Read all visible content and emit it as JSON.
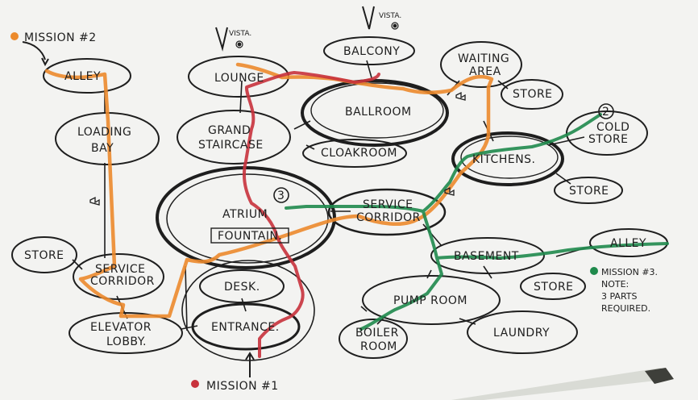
{
  "colors": {
    "paper": "#f3f3f1",
    "ink": "#1e1e1e",
    "mission1": "#c8323c",
    "mission2": "#ec8a2c",
    "mission3": "#1f8a4c",
    "pen_body": "#d9dbd5",
    "pen_cap": "#3e3f3a"
  },
  "missions": {
    "m1": "MISSION #1",
    "m2": "MISSION #2",
    "m3": "MISSION #3.",
    "m3_note_1": "NOTE:",
    "m3_note_2": "3 PARTS",
    "m3_note_3": "REQUIRED."
  },
  "rooms": {
    "alley_nw": "ALLEY",
    "loading_bay_1": "LOADING",
    "loading_bay_2": "BAY",
    "store_w": "STORE",
    "service_corridor_w_1": "SERVICE",
    "service_corridor_w_2": "CORRIDOR",
    "elevator_lobby_1": "ELEVATOR",
    "elevator_lobby_2": "LOBBY.",
    "lounge": "LOUNGE",
    "grand_staircase_1": "GRAND",
    "grand_staircase_2": "STAIRCASE",
    "atrium": "ATRIUM",
    "fountain": "FOUNTAIN.",
    "desk": "DESK.",
    "entrance": "ENTRANCE.",
    "balcony": "BALCONY",
    "ballroom": "BALLROOM",
    "cloakroom": "CLOAKROOM",
    "waiting_area_1": "WAITING",
    "waiting_area_2": "AREA",
    "store_waiting": "STORE",
    "cold_store_1": "COLD",
    "cold_store_2": "STORE",
    "kitchens": "KITCHENS.",
    "store_kitchens": "STORE",
    "service_corridor_c_1": "SERVICE",
    "service_corridor_c_2": "CORRIDOR",
    "basement": "BASEMENT",
    "alley_e": "ALLEY",
    "store_basement": "STORE",
    "pump_room": "PUMP ROOM",
    "boiler_room_1": "BOILER",
    "boiler_room_2": "ROOM",
    "laundry": "LAUNDRY"
  },
  "vista": {
    "lounge": "VISTA.",
    "balcony": "VISTA."
  },
  "badges": {
    "atrium": "3",
    "cold_store": "2"
  }
}
